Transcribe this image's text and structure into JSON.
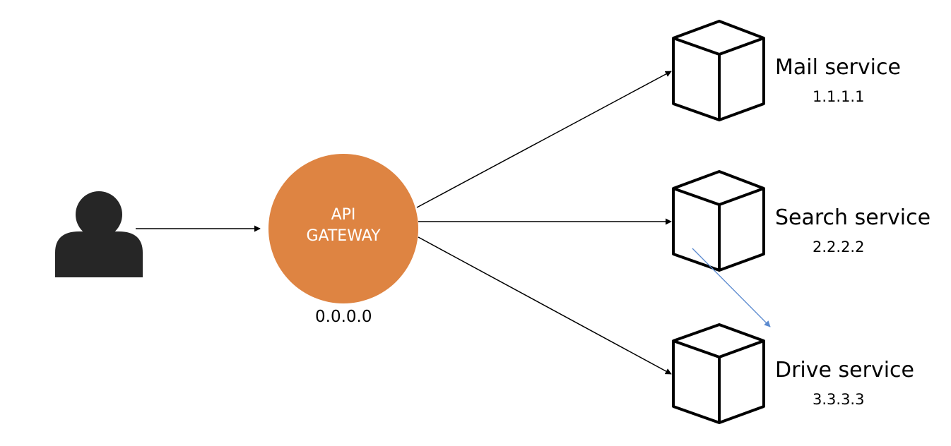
{
  "gateway": {
    "line1": "API",
    "line2": "GATEWAY",
    "ip": "0.0.0.0",
    "fill_color": "#DE8442"
  },
  "user": {
    "icon": "user-icon",
    "color": "#262626"
  },
  "services": [
    {
      "name": "Mail service",
      "ip": "1.1.1.1",
      "icon": "cube-icon"
    },
    {
      "name": "Search service",
      "ip": "2.2.2.2",
      "icon": "cube-icon"
    },
    {
      "name": "Drive service",
      "ip": "3.3.3.3",
      "icon": "cube-icon"
    }
  ],
  "colors": {
    "arrow": "#000000",
    "highlight_arrow": "#5B8ACF"
  }
}
